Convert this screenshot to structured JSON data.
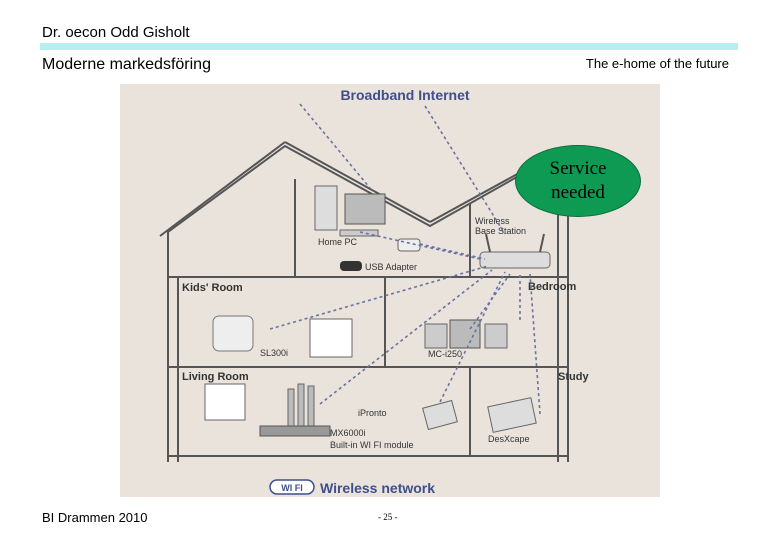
{
  "header": {
    "author": "Dr. oecon Odd Gisholt",
    "subject": "Moderne markedsföring",
    "tagline": "The e-home of the future"
  },
  "illustration": {
    "top_label": "Broadband Internet",
    "bottom_label": "Wireless network",
    "wifi_logo_text": "WI FI",
    "rooms": {
      "kids": "Kids' Room",
      "bedroom": "Bedroom",
      "living": "Living Room",
      "study": "Study"
    },
    "devices": {
      "home_pc": "Home PC",
      "usb_adapter": "USB Adapter",
      "base_station_line1": "Wireless",
      "base_station_line2": "Base Station",
      "sl300i": "SL300i",
      "mc_i250": "MC-i250",
      "ipronto": "iPronto",
      "mx6000i": "MX6000i",
      "builtin_module": "Built-in WI FI module",
      "desxcape": "DesXcape"
    }
  },
  "callout": {
    "line1": "Service",
    "line2": "needed"
  },
  "footer": {
    "left": "BI Drammen 2010",
    "page": "- 25 -"
  }
}
